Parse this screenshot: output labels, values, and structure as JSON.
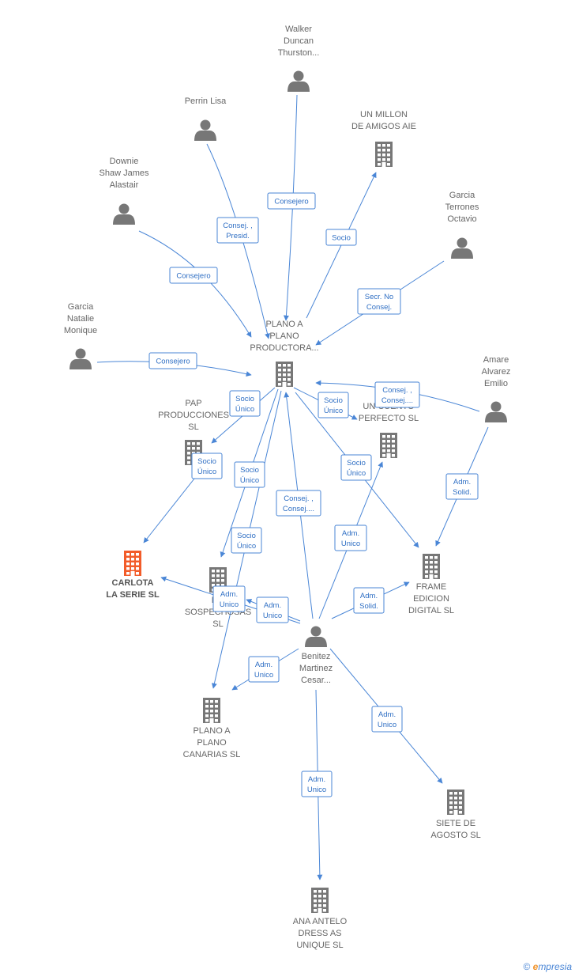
{
  "colors": {
    "edge": "#4a86d6",
    "node": "#777777",
    "focus": "#f25c2a"
  },
  "nodes": [
    {
      "id": "plano",
      "type": "company",
      "label": [
        "PLANO A",
        "PLANO",
        "PRODUCTORA..."
      ]
    },
    {
      "id": "walker",
      "type": "person",
      "label": [
        "Walker",
        "Duncan",
        "Thurston..."
      ]
    },
    {
      "id": "perrin",
      "type": "person",
      "label": [
        "Perrin Lisa"
      ]
    },
    {
      "id": "millon",
      "type": "company",
      "label": [
        "UN MILLON",
        "DE AMIGOS AIE"
      ]
    },
    {
      "id": "downie",
      "type": "person",
      "label": [
        "Downie",
        "Shaw James",
        "Alastair"
      ]
    },
    {
      "id": "garciat",
      "type": "person",
      "label": [
        "Garcia",
        "Terrones",
        "Octavio"
      ]
    },
    {
      "id": "garcian",
      "type": "person",
      "label": [
        "Garcia",
        "Natalie",
        "Monique"
      ]
    },
    {
      "id": "amare",
      "type": "person",
      "label": [
        "Amare",
        "Alvarez",
        "Emilio"
      ]
    },
    {
      "id": "pap",
      "type": "company",
      "label": [
        "PAP",
        "PRODUCCIONES",
        "SL"
      ]
    },
    {
      "id": "cuento",
      "type": "company",
      "label": [
        "UN CUENTO",
        "PERFECTO SL"
      ]
    },
    {
      "id": "carlota",
      "type": "company",
      "focus": true,
      "label": [
        "CARLOTA",
        "LA SERIE SL"
      ]
    },
    {
      "id": "sosp",
      "type": "company",
      "label": [
        "ME",
        "SOSPECHOSAS",
        "SL"
      ]
    },
    {
      "id": "frame",
      "type": "company",
      "label": [
        "FRAME",
        "EDICION",
        "DIGITAL SL"
      ]
    },
    {
      "id": "benitez",
      "type": "person",
      "label": [
        "Benitez",
        "Martinez",
        "Cesar..."
      ]
    },
    {
      "id": "canarias",
      "type": "company",
      "label": [
        "PLANO A",
        "PLANO",
        "CANARIAS SL"
      ]
    },
    {
      "id": "siete",
      "type": "company",
      "label": [
        "SIETE DE",
        "AGOSTO SL"
      ]
    },
    {
      "id": "ana",
      "type": "company",
      "label": [
        "ANA ANTELO",
        "DRESS AS",
        "UNIQUE SL"
      ]
    }
  ],
  "edges": [
    {
      "from": "walker",
      "to": "plano",
      "label": [
        "Consejero"
      ]
    },
    {
      "from": "perrin",
      "to": "plano",
      "label": [
        "Consej. ,",
        "Presid."
      ]
    },
    {
      "from": "plano",
      "to": "millon",
      "label": [
        "Socio"
      ]
    },
    {
      "from": "downie",
      "to": "plano",
      "label": [
        "Consejero"
      ]
    },
    {
      "from": "garciat",
      "to": "plano",
      "label": [
        "Secr. No",
        "Consej."
      ]
    },
    {
      "from": "garcian",
      "to": "plano",
      "label": [
        "Consejero"
      ]
    },
    {
      "from": "amare",
      "to": "plano",
      "label": [
        "Consej. ,",
        "Consej...."
      ]
    },
    {
      "from": "plano",
      "to": "pap",
      "label": [
        "Socio",
        "Único"
      ]
    },
    {
      "from": "plano",
      "to": "cuento",
      "label": [
        "Socio",
        "Único"
      ]
    },
    {
      "from": "pap",
      "to": "carlota",
      "label": [
        "Socio",
        "Único"
      ]
    },
    {
      "from": "plano",
      "to": "sosp",
      "label": [
        "Socio",
        "Único"
      ]
    },
    {
      "from": "plano",
      "to": "frame",
      "label": [
        "Socio",
        "Único"
      ]
    },
    {
      "from": "benitez",
      "to": "plano",
      "label": [
        "Consej. ,",
        "Consej...."
      ]
    },
    {
      "from": "plano",
      "to": "canarias",
      "label": [
        "Socio",
        "Único"
      ]
    },
    {
      "from": "amare",
      "to": "frame",
      "label": [
        "Adm.",
        "Solid."
      ]
    },
    {
      "from": "benitez",
      "to": "cuento",
      "label": [
        "Adm.",
        "Unico"
      ]
    },
    {
      "from": "benitez",
      "to": "frame",
      "label": [
        "Adm.",
        "Solid."
      ]
    },
    {
      "from": "benitez",
      "to": "carlota",
      "label": [
        "Adm.",
        "Unico"
      ]
    },
    {
      "from": "benitez",
      "to": "sosp",
      "label": [
        "Adm.",
        "Unico"
      ]
    },
    {
      "from": "benitez",
      "to": "canarias",
      "label": [
        "Adm.",
        "Unico"
      ]
    },
    {
      "from": "benitez",
      "to": "siete",
      "label": [
        "Adm.",
        "Unico"
      ]
    },
    {
      "from": "benitez",
      "to": "ana",
      "label": [
        "Adm.",
        "Unico"
      ]
    }
  ],
  "footer": {
    "copyright": "©",
    "brand_initial": "e",
    "brand_rest": "mpresia"
  }
}
